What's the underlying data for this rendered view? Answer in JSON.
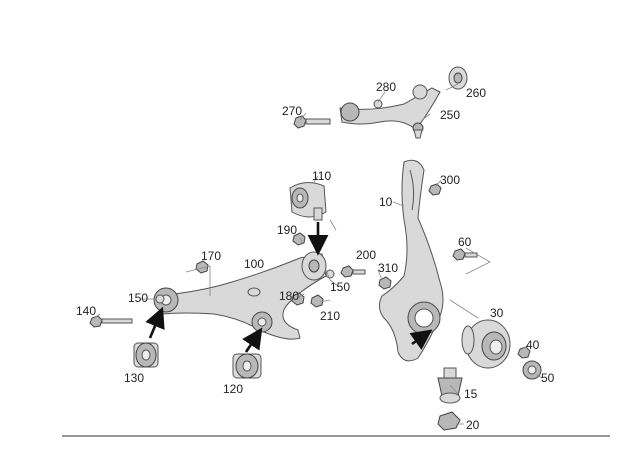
{
  "labels": {
    "p10": "10",
    "p15": "15",
    "p20": "20",
    "p30": "30",
    "p40": "40",
    "p50": "50",
    "p60": "60",
    "p100": "100",
    "p110": "110",
    "p120": "120",
    "p130": "130",
    "p140": "140",
    "p150a": "150",
    "p150b": "150",
    "p170": "170",
    "p180": "180",
    "p190": "190",
    "p200": "200",
    "p210": "210",
    "p250": "250",
    "p260": "260",
    "p270": "270",
    "p280": "280",
    "p300": "300",
    "p310": "310"
  },
  "colors": {
    "part_fill": "#d9d9d9",
    "part_stroke": "#555555",
    "arrow": "#111111",
    "baseline": "#333333"
  }
}
